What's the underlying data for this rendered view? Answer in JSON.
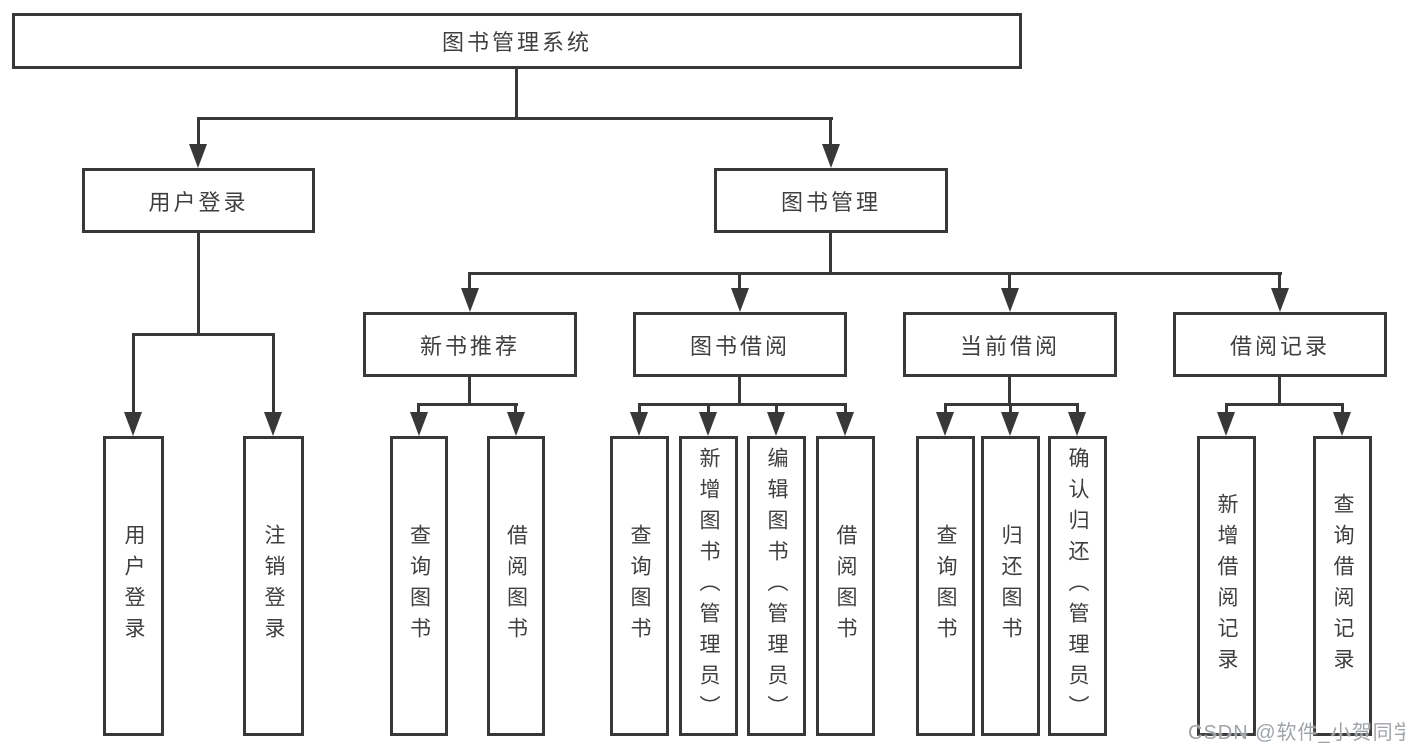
{
  "diagram": {
    "root": "图书管理系统",
    "level2": [
      "用户登录",
      "图书管理"
    ],
    "level3": [
      "新书推荐",
      "图书借阅",
      "当前借阅",
      "借阅记录"
    ],
    "leaves_login": [
      "用户登录",
      "注销登录"
    ],
    "leaves_new_books": [
      "查询图书",
      "借阅图书"
    ],
    "leaves_book_borrow": [
      "查询图书",
      "新增图书（管理员）",
      "编辑图书（管理员）",
      "借阅图书"
    ],
    "leaves_current_borrow": [
      "查询图书",
      "归还图书",
      "确认归还（管理员）"
    ],
    "leaves_borrow_records": [
      "新增借阅记录",
      "查询借阅记录"
    ]
  },
  "watermark": "CSDN @软件_小贺同学",
  "colors": {
    "line": "#383838",
    "text": "#3f3f3f",
    "watermark": "#9fa4a9",
    "background": "#ffffff"
  }
}
